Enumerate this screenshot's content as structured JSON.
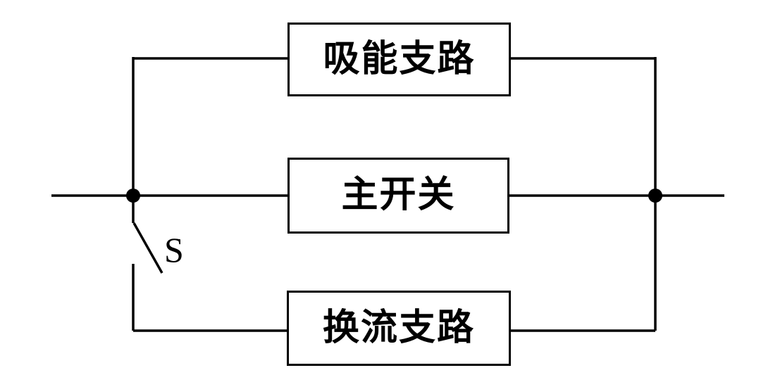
{
  "diagram": {
    "background_color": "#ffffff",
    "line_color": "#000000",
    "blocks": [
      {
        "id": "energy-absorption-branch",
        "label": "吸能支路"
      },
      {
        "id": "main-switch",
        "label": "主开关"
      },
      {
        "id": "commutation-branch",
        "label": "换流支路"
      }
    ],
    "switch": {
      "label": "S",
      "state": "open"
    }
  }
}
